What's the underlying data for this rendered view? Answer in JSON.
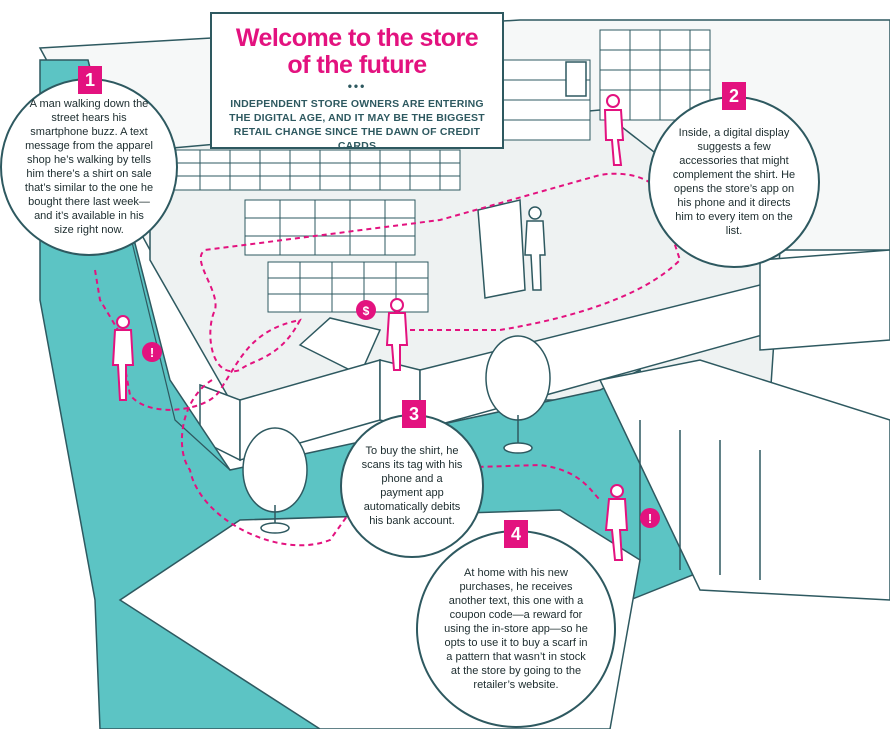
{
  "header": {
    "title_line1": "Welcome to the store",
    "title_line2": "of the future",
    "dots": "•••",
    "subtitle": "Independent store owners are entering the digital age, and it may be the biggest retail change since the dawn of credit cards"
  },
  "steps": [
    {
      "number": "1",
      "text": "A man walking down the street hears his smartphone buzz. A text message from the apparel shop he’s walking by tells him there’s a shirt on sale that’s similar to the one he bought there last week—and it’s available in his size right now."
    },
    {
      "number": "2",
      "text": "Inside, a digital display suggests a few accessories that might complement the shirt. He opens the store’s app on his phone and it directs him to every item on the list."
    },
    {
      "number": "3",
      "text": "To buy the shirt, he scans its tag with his phone and a payment app automatically debits his bank account."
    },
    {
      "number": "4",
      "text": "At home with his new purchases, he receives another text, this one with a coupon code—a reward for using the in-store app—so he opts to use it to buy a scarf in a pattern that wasn’t in stock at the store by going to the retailer’s website."
    }
  ],
  "markers": {
    "alert": "!",
    "price": "$"
  },
  "colors": {
    "magenta": "#e3127f",
    "teal": "#5cc4c4",
    "outline": "#2e5960",
    "floor": "#eef2f2"
  }
}
